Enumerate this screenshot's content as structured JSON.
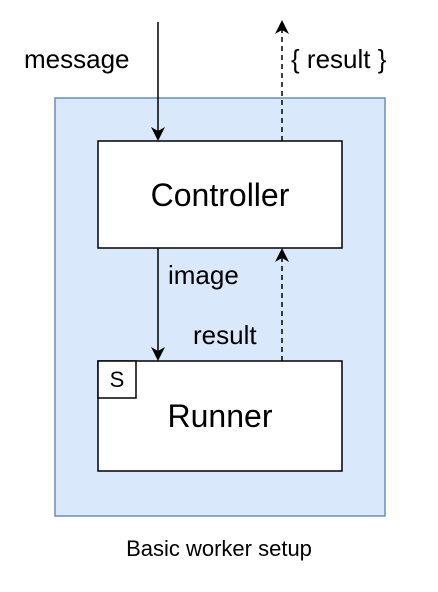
{
  "diagram": {
    "inputs": {
      "message_label": "message",
      "result_label": "{ result }"
    },
    "controller": {
      "label": "Controller"
    },
    "runner": {
      "label": "Runner",
      "badge": "S"
    },
    "edges": {
      "image_label": "image",
      "result_label": "result"
    },
    "caption": "Basic worker setup",
    "colors": {
      "group_fill": "#dae8fc",
      "group_stroke": "#6c8ebf",
      "box_fill": "#ffffff",
      "stroke": "#000000"
    }
  }
}
